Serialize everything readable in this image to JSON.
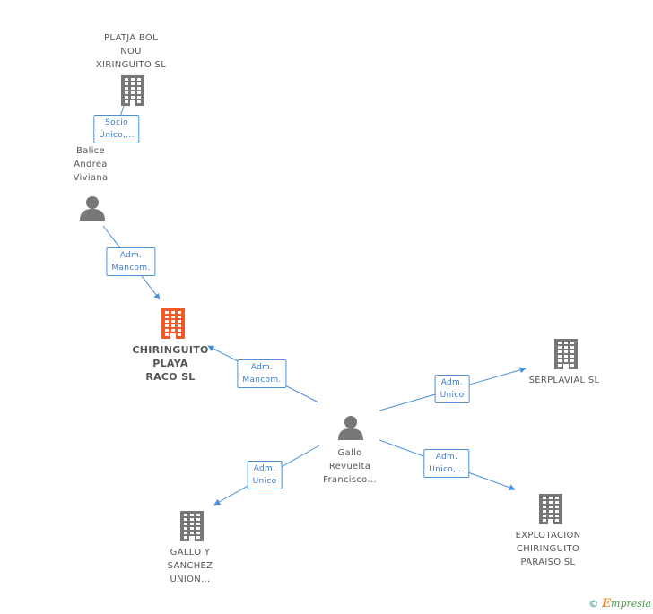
{
  "nodes": [
    {
      "id": "platja",
      "type": "company",
      "color": "#777777",
      "label": [
        "PLATJA BOL",
        "NOU",
        "XIRINGUITO SL"
      ]
    },
    {
      "id": "balice",
      "type": "person",
      "color": "#777777",
      "label": [
        "Balice",
        "Andrea",
        "Viviana"
      ]
    },
    {
      "id": "chiringuito",
      "type": "company",
      "color": "#f05a28",
      "main": true,
      "label": [
        "CHIRINGUITO",
        "PLAYA",
        "RACO SL"
      ]
    },
    {
      "id": "gallo_person",
      "type": "person",
      "color": "#777777",
      "label": [
        "Gallo",
        "Revuelta",
        "Francisco..."
      ]
    },
    {
      "id": "serplavial",
      "type": "company",
      "color": "#777777",
      "label": [
        "SERPLAVIAL SL"
      ]
    },
    {
      "id": "explotacion",
      "type": "company",
      "color": "#777777",
      "label": [
        "EXPLOTACION",
        "CHIRINGUITO",
        "PARAISO SL"
      ]
    },
    {
      "id": "gallo_sanchez",
      "type": "company",
      "color": "#777777",
      "label": [
        "GALLO Y",
        "SANCHEZ",
        "UNION..."
      ]
    }
  ],
  "edges": [
    {
      "from": "balice",
      "to": "platja",
      "label": [
        "Socio",
        "Único,..."
      ]
    },
    {
      "from": "balice",
      "to": "chiringuito",
      "label": [
        "Adm.",
        "Mancom."
      ]
    },
    {
      "from": "gallo_person",
      "to": "chiringuito",
      "label": [
        "Adm.",
        "Mancom."
      ]
    },
    {
      "from": "gallo_person",
      "to": "serplavial",
      "label": [
        "Adm.",
        "Unico"
      ]
    },
    {
      "from": "gallo_person",
      "to": "explotacion",
      "label": [
        "Adm.",
        "Unico,..."
      ]
    },
    {
      "from": "gallo_person",
      "to": "gallo_sanchez",
      "label": [
        "Adm.",
        "Unico"
      ]
    }
  ],
  "footer": {
    "copyright": "©",
    "brand_initial": "E",
    "brand_rest": "mpresia"
  }
}
